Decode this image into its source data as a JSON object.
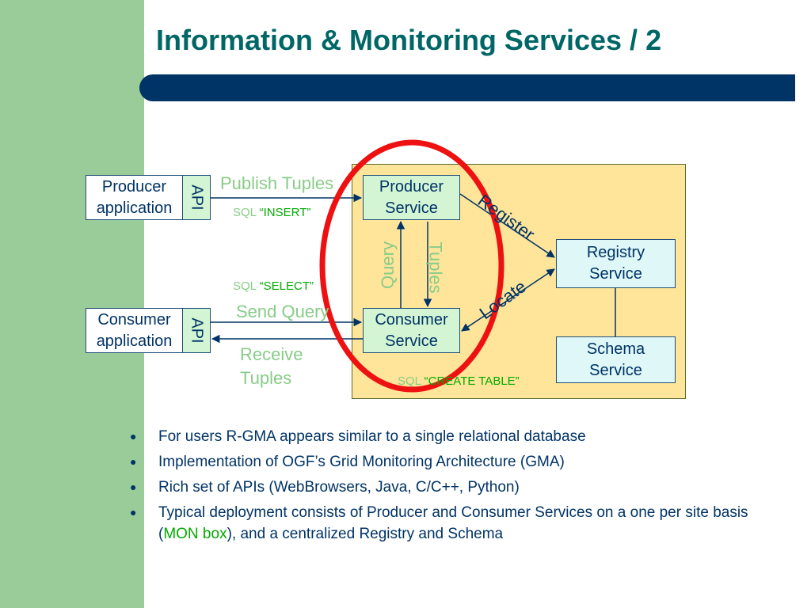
{
  "title": "Information & Monitoring Services / 2",
  "diagram": {
    "producer_application": "Producer application",
    "consumer_application": "Consumer application",
    "api_label": "API",
    "producer_service": "Producer Service",
    "consumer_service": "Consumer Service",
    "registry_service": "Registry Service",
    "schema_service": "Schema Service",
    "publish_tuples": "Publish Tuples",
    "sql_insert_prefix": "SQL ",
    "sql_insert": "“INSERT”",
    "sql_select_prefix": "SQL ",
    "sql_select": "“SELECT”",
    "send_query": "Send Query",
    "receive_tuples": "Receive Tuples",
    "query": "Query",
    "tuples": "Tuples",
    "register": "Register",
    "locate": "Locate",
    "sql_create_prefix": "SQL ",
    "sql_create": "“CREATE TABLE”"
  },
  "colors": {
    "title": "#006666",
    "highlight_circle": "#ee1111",
    "mon_box": "#ffe599",
    "sidebar": "#99cc99"
  },
  "bullets": [
    "For users R-GMA appears similar to a single relational database",
    "Implementation of OGF’s Grid Monitoring Architecture (GMA)",
    "Rich set of APIs (WebBrowsers, Java, C/C++, Python)"
  ],
  "bullet4": {
    "before": "Typical deployment consists of Producer and Consumer Services on a one per site basis (",
    "highlight": "MON box",
    "after": "), and a centralized Registry and Schema"
  }
}
